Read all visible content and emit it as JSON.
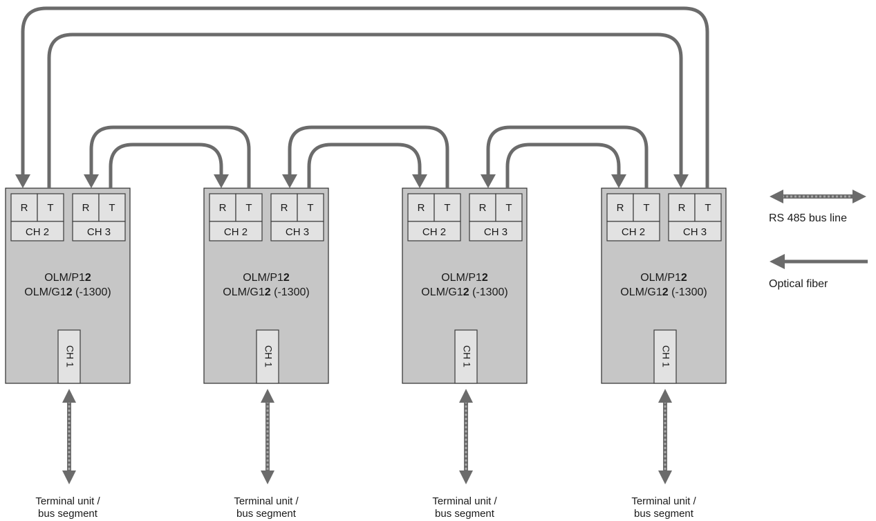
{
  "colors": {
    "module_fill": "#c6c6c6",
    "port_fill": "#e2e2e2",
    "line": "#6b6b6b",
    "outline": "#3a3a3a"
  },
  "port_labels": {
    "receive": "R",
    "transmit": "T",
    "channel_2": "CH 2",
    "channel_3": "CH 3",
    "channel_1": "CH 1"
  },
  "modules": [
    {
      "name_line1_prefix": "OLM/P1",
      "name_line1_bold": "2",
      "name_line2_prefix": "OLM/G1",
      "name_line2_bold": "2",
      "name_line2_suffix": " (-1300)",
      "terminal_line1": "Terminal unit /",
      "terminal_line2": "bus segment"
    },
    {
      "name_line1_prefix": "OLM/P1",
      "name_line1_bold": "2",
      "name_line2_prefix": "OLM/G1",
      "name_line2_bold": "2",
      "name_line2_suffix": " (-1300)",
      "terminal_line1": "Terminal unit /",
      "terminal_line2": "bus segment"
    },
    {
      "name_line1_prefix": "OLM/P1",
      "name_line1_bold": "2",
      "name_line2_prefix": "OLM/G1",
      "name_line2_bold": "2",
      "name_line2_suffix": " (-1300)",
      "terminal_line1": "Terminal unit /",
      "terminal_line2": "bus segment"
    },
    {
      "name_line1_prefix": "OLM/P1",
      "name_line1_bold": "2",
      "name_line2_prefix": "OLM/G1",
      "name_line2_bold": "2",
      "name_line2_suffix": " (-1300)",
      "terminal_line1": "Terminal unit /",
      "terminal_line2": "bus segment"
    }
  ],
  "legend": {
    "rs485_label": "RS 485 bus line",
    "fiber_label": "Optical fiber"
  }
}
